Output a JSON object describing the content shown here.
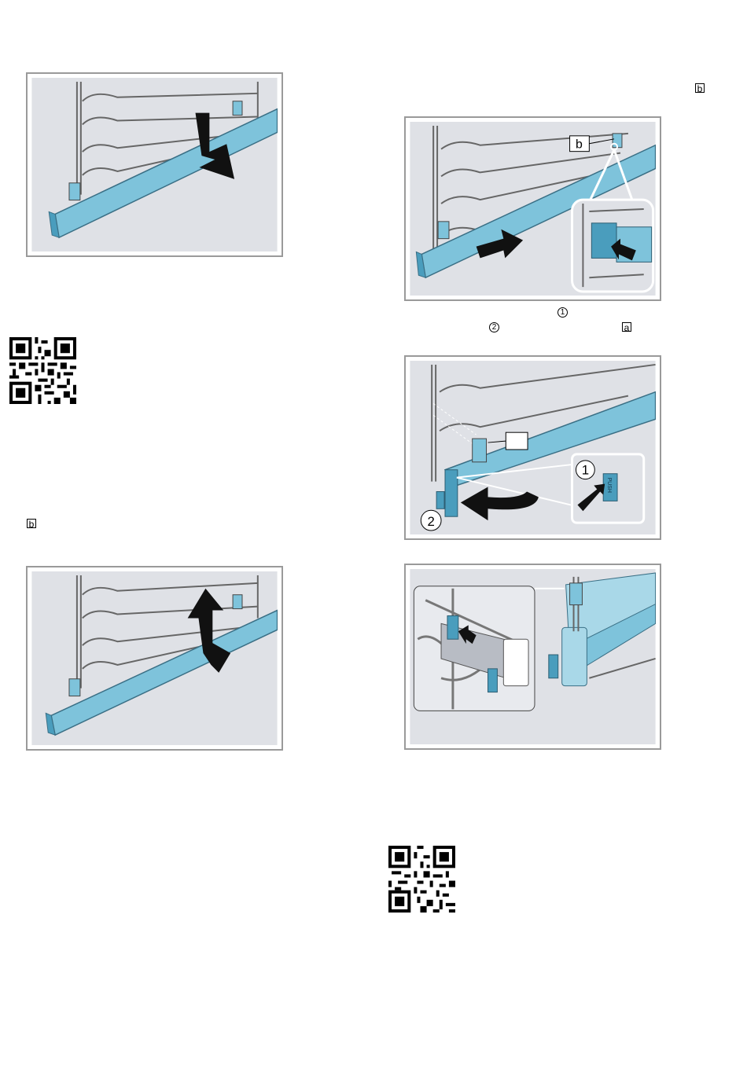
{
  "refs": {
    "b_top_right": "b",
    "step_1": "1",
    "step_2": "2",
    "a_ref": "a",
    "b_left": "b"
  },
  "figure_labels": {
    "fig2_callout_b": "b",
    "fig3_num_1": "1",
    "fig3_num_2": "2",
    "push_text": "PUSH"
  },
  "colors": {
    "figure_bg": "#dfe1e6",
    "rail_blue": "#7ec3db",
    "rail_blue_dark": "#4a9dbd",
    "wire": "#555555",
    "arrow": "#111111",
    "frame": "#9a9a9a"
  }
}
